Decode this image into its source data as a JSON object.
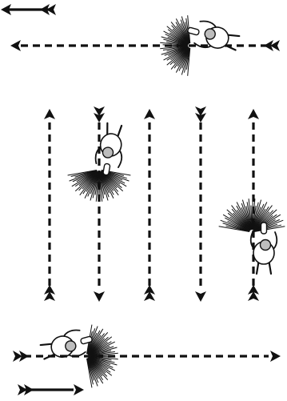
{
  "diagram": {
    "background": "#ffffff",
    "ink": "#111111",
    "figure_fill": "#ffffff",
    "head_fill": "#bdbdbd",
    "icons": {
      "arrow": "arrow-icon",
      "plain_arrow": "arrow-icon",
      "swimmer": "swimmer-icon",
      "splash": "splash-burst-icon"
    },
    "lanes": {
      "count": 5,
      "directions": [
        "up",
        "down",
        "up",
        "down",
        "up"
      ]
    },
    "horizontal_paths": {
      "top_direction": "left",
      "bottom_direction": "right"
    },
    "swimmers": {
      "count": 4
    }
  }
}
